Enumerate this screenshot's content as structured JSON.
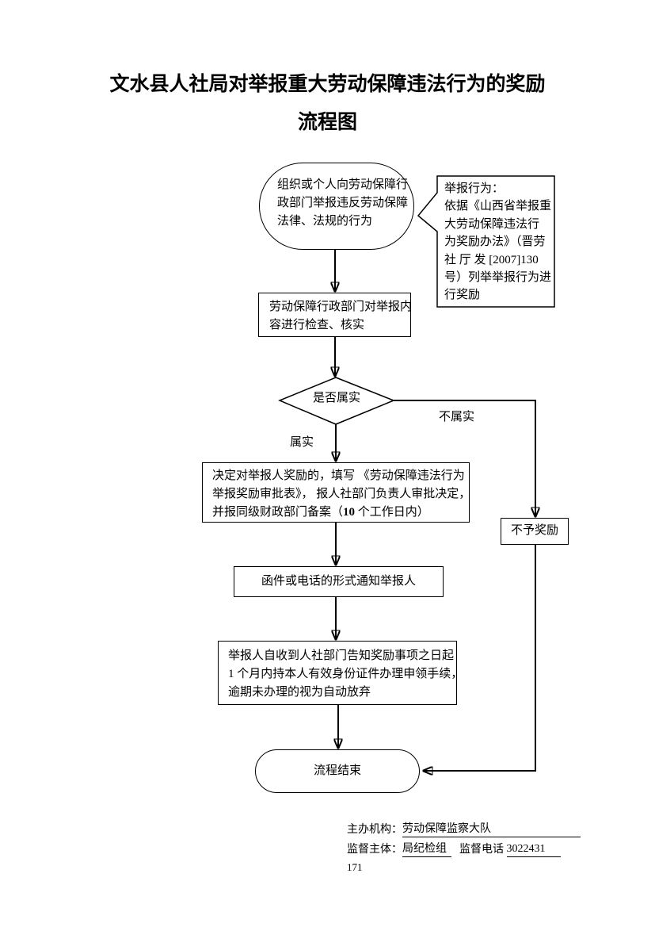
{
  "page": {
    "title_line1": "文水县人社局对举报重大劳动保障违法行为的奖励",
    "title_line2": "流程图",
    "page_number": "171"
  },
  "colors": {
    "line": "#000000",
    "background": "#ffffff",
    "text": "#000000"
  },
  "flowchart": {
    "start": {
      "lines": [
        "组织或个人向劳动保障行",
        "政部门举报违反劳动保障",
        "法律、法规的行为"
      ]
    },
    "callout": {
      "lines": [
        "举报行为：",
        "依据《山西省举报重",
        "大劳动保障违法行",
        "为奖励办法》（晋劳",
        "社 厅 发 [2007]130",
        "号）列举举报行为进",
        "行奖励"
      ]
    },
    "check": {
      "lines": [
        "劳动保障行政部门对举报内",
        "容进行检查、核实"
      ]
    },
    "decision": {
      "label": "是否属实",
      "yes_label": "属实",
      "no_label": "不属实"
    },
    "approve": {
      "line1": "决定对举报人奖励的，填写 《劳动保障违法行为",
      "line2": "举报奖励审批表》， 报人社部门负责人审批决定，",
      "line3_pre": "并报同级财政部门备案（",
      "line3_num": "10",
      "line3_post": " 个工作日内）"
    },
    "no_reward": {
      "label": "不予奖励"
    },
    "notify": {
      "label": "函件或电话的形式通知举报人"
    },
    "claim": {
      "lines": [
        "举报人自收到人社部门告知奖励事项之日起",
        "1 个月内持本人有效身份证件办理申领手续，",
        "逾期未办理的视为自动放弃"
      ]
    },
    "end": {
      "label": "流程结束"
    }
  },
  "footer": {
    "organizer_label": "主办机构：",
    "organizer_value": "劳动保障监察大队",
    "supervisor_label": "监督主体：",
    "supervisor_value": "局纪检组",
    "phone_label": "监督电话 ",
    "phone_value": "3022431"
  }
}
